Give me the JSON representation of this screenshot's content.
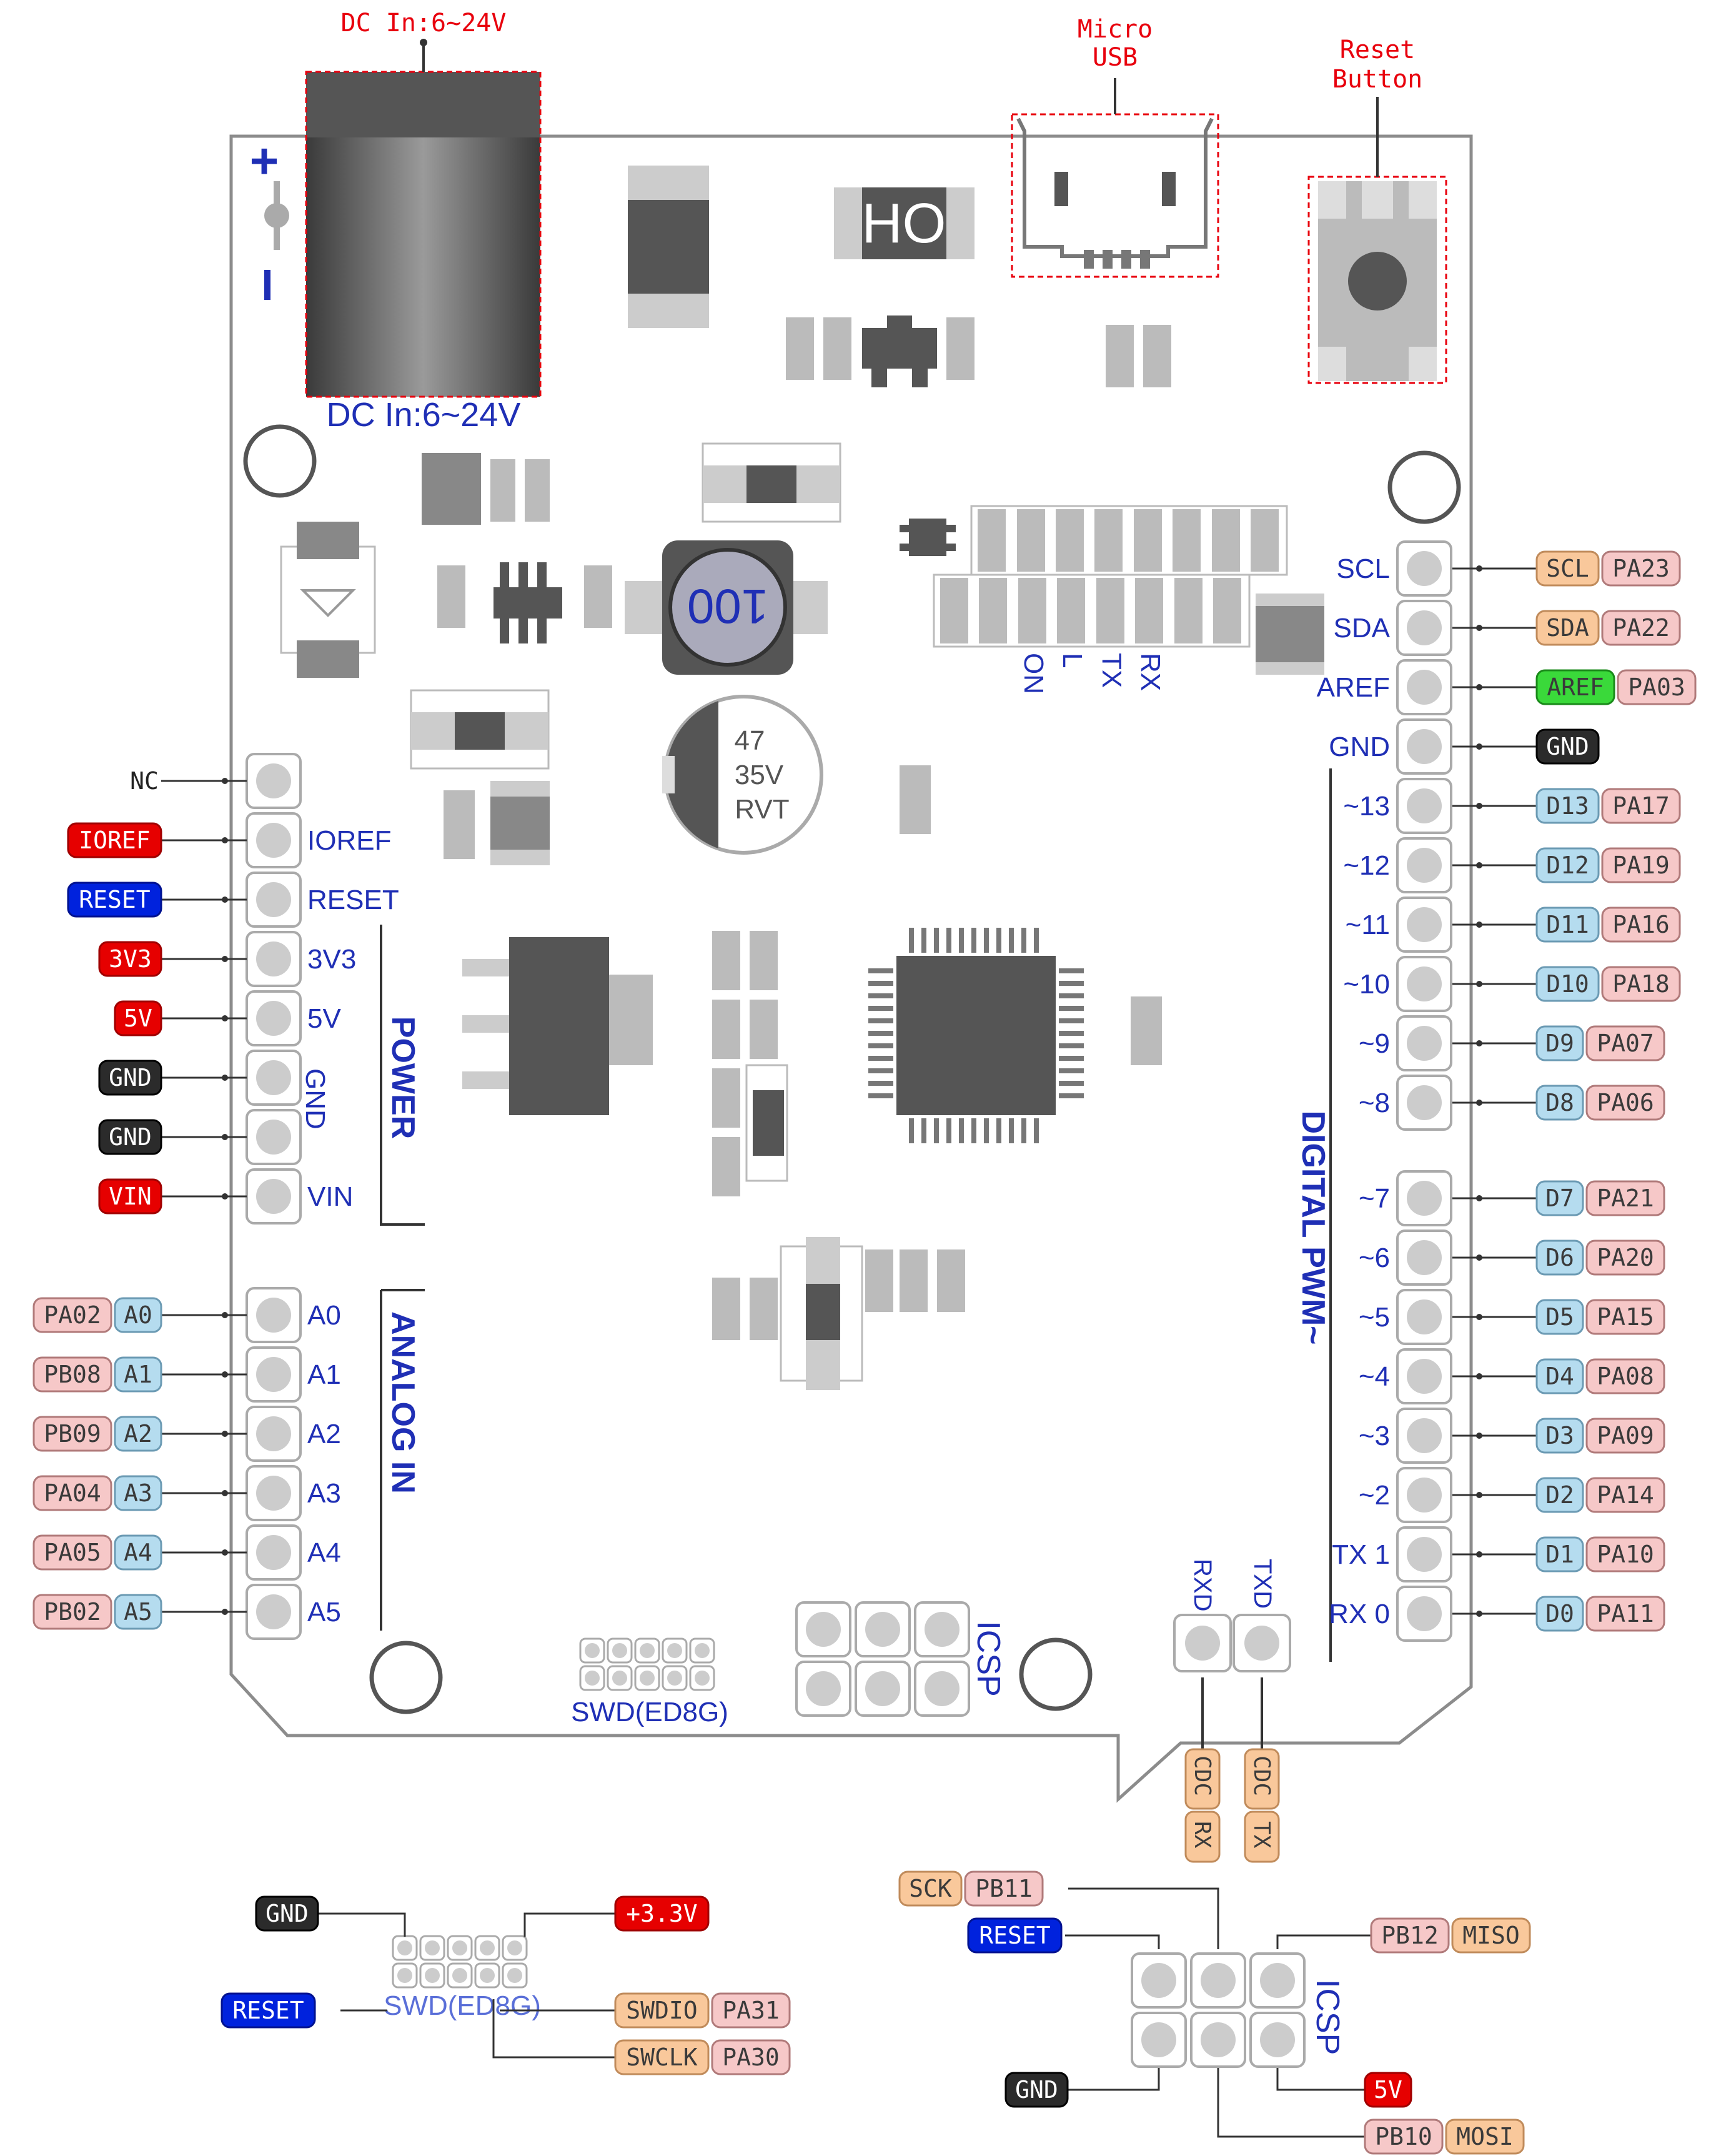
{
  "top_labels": {
    "dc_in": "DC In:6~24V",
    "micro_usb": [
      "Micro",
      "USB"
    ],
    "reset_button": [
      "Reset",
      "Button"
    ]
  },
  "board_silkscreen": {
    "dc_in": "DC In:6~24V",
    "polarity_plus": "+",
    "polarity_minus": "I",
    "ho": "HO",
    "inductor": "100",
    "cap_lines": [
      "47",
      "35V",
      "RVT"
    ],
    "leds": [
      "ON",
      "L",
      "TX",
      "RX"
    ],
    "power_title": "POWER",
    "analog_title": "ANALOG IN",
    "digital_title": "DIGITAL  PWM~",
    "icsp": "ICSP",
    "swd": "SWD(ED8G)",
    "rxd": "RXD",
    "txd": "TXD"
  },
  "left_header": [
    {
      "pin": "",
      "tags": [
        {
          "text": "NC",
          "kind": "plain"
        }
      ]
    },
    {
      "pin": "IOREF",
      "tags": [
        {
          "text": "IOREF",
          "kind": "red"
        }
      ]
    },
    {
      "pin": "RESET",
      "tags": [
        {
          "text": "RESET",
          "kind": "blue"
        }
      ]
    },
    {
      "pin": "3V3",
      "tags": [
        {
          "text": "3V3",
          "kind": "red"
        }
      ]
    },
    {
      "pin": "5V",
      "tags": [
        {
          "text": "5V",
          "kind": "red"
        }
      ]
    },
    {
      "pin": "GND",
      "tags": [
        {
          "text": "GND",
          "kind": "black"
        }
      ]
    },
    {
      "pin": "",
      "tags": [
        {
          "text": "GND",
          "kind": "black"
        }
      ]
    },
    {
      "pin": "VIN",
      "tags": [
        {
          "text": "VIN",
          "kind": "red"
        }
      ]
    },
    {
      "pin": "A0",
      "tags": [
        {
          "text": "PA02",
          "kind": "pink"
        },
        {
          "text": "A0",
          "kind": "lblue"
        }
      ]
    },
    {
      "pin": "A1",
      "tags": [
        {
          "text": "PB08",
          "kind": "pink"
        },
        {
          "text": "A1",
          "kind": "lblue"
        }
      ]
    },
    {
      "pin": "A2",
      "tags": [
        {
          "text": "PB09",
          "kind": "pink"
        },
        {
          "text": "A2",
          "kind": "lblue"
        }
      ]
    },
    {
      "pin": "A3",
      "tags": [
        {
          "text": "PA04",
          "kind": "pink"
        },
        {
          "text": "A3",
          "kind": "lblue"
        }
      ]
    },
    {
      "pin": "A4",
      "tags": [
        {
          "text": "PA05",
          "kind": "pink"
        },
        {
          "text": "A4",
          "kind": "lblue"
        }
      ]
    },
    {
      "pin": "A5",
      "tags": [
        {
          "text": "PB02",
          "kind": "pink"
        },
        {
          "text": "A5",
          "kind": "lblue"
        }
      ]
    }
  ],
  "right_header": [
    {
      "pin": "SCL",
      "tags": [
        {
          "text": "SCL",
          "kind": "orange"
        },
        {
          "text": "PA23",
          "kind": "pink"
        }
      ]
    },
    {
      "pin": "SDA",
      "tags": [
        {
          "text": "SDA",
          "kind": "orange"
        },
        {
          "text": "PA22",
          "kind": "pink"
        }
      ]
    },
    {
      "pin": "AREF",
      "tags": [
        {
          "text": "AREF",
          "kind": "green"
        },
        {
          "text": "PA03",
          "kind": "pink"
        }
      ]
    },
    {
      "pin": "GND",
      "tags": [
        {
          "text": "GND",
          "kind": "black"
        }
      ]
    },
    {
      "pin": "~13",
      "tags": [
        {
          "text": "D13",
          "kind": "lblue"
        },
        {
          "text": "PA17",
          "kind": "pink"
        }
      ]
    },
    {
      "pin": "~12",
      "tags": [
        {
          "text": "D12",
          "kind": "lblue"
        },
        {
          "text": "PA19",
          "kind": "pink"
        }
      ]
    },
    {
      "pin": "~11",
      "tags": [
        {
          "text": "D11",
          "kind": "lblue"
        },
        {
          "text": "PA16",
          "kind": "pink"
        }
      ]
    },
    {
      "pin": "~10",
      "tags": [
        {
          "text": "D10",
          "kind": "lblue"
        },
        {
          "text": "PA18",
          "kind": "pink"
        }
      ]
    },
    {
      "pin": "~9",
      "tags": [
        {
          "text": "D9",
          "kind": "lblue"
        },
        {
          "text": "PA07",
          "kind": "pink"
        }
      ]
    },
    {
      "pin": "~8",
      "tags": [
        {
          "text": "D8",
          "kind": "lblue"
        },
        {
          "text": "PA06",
          "kind": "pink"
        }
      ]
    },
    {
      "pin": "~7",
      "tags": [
        {
          "text": "D7",
          "kind": "lblue"
        },
        {
          "text": "PA21",
          "kind": "pink"
        }
      ]
    },
    {
      "pin": "~6",
      "tags": [
        {
          "text": "D6",
          "kind": "lblue"
        },
        {
          "text": "PA20",
          "kind": "pink"
        }
      ]
    },
    {
      "pin": "~5",
      "tags": [
        {
          "text": "D5",
          "kind": "lblue"
        },
        {
          "text": "PA15",
          "kind": "pink"
        }
      ]
    },
    {
      "pin": "~4",
      "tags": [
        {
          "text": "D4",
          "kind": "lblue"
        },
        {
          "text": "PA08",
          "kind": "pink"
        }
      ]
    },
    {
      "pin": "~3",
      "tags": [
        {
          "text": "D3",
          "kind": "lblue"
        },
        {
          "text": "PA09",
          "kind": "pink"
        }
      ]
    },
    {
      "pin": "~2",
      "tags": [
        {
          "text": "D2",
          "kind": "lblue"
        },
        {
          "text": "PA14",
          "kind": "pink"
        }
      ]
    },
    {
      "pin": "TX 1",
      "tags": [
        {
          "text": "D1",
          "kind": "lblue"
        },
        {
          "text": "PA10",
          "kind": "pink"
        }
      ]
    },
    {
      "pin": "RX 0",
      "tags": [
        {
          "text": "D0",
          "kind": "lblue"
        },
        {
          "text": "PA11",
          "kind": "pink"
        }
      ]
    }
  ],
  "cdc": {
    "rx": [
      "CDC",
      "RX"
    ],
    "tx": [
      "CDC",
      "TX"
    ]
  },
  "swd_detail": {
    "label": "SWD(ED8G)",
    "gnd": "GND",
    "v33": "+3.3V",
    "reset": "RESET",
    "swdio": [
      "SWDIO",
      "PA31"
    ],
    "swclk": [
      "SWCLK",
      "PA30"
    ]
  },
  "icsp_detail": {
    "label": "ICSP",
    "sck": [
      "SCK",
      "PB11"
    ],
    "reset": "RESET",
    "miso": [
      "PB12",
      "MISO"
    ],
    "gnd": "GND",
    "v5": "5V",
    "mosi": [
      "PB10",
      "MOSI"
    ]
  },
  "colors": {
    "red_label": "#e8000d",
    "blue_silk": "#1f2fb5",
    "tag_red": "#e60000",
    "tag_blue": "#0022dd",
    "tag_black": "#2b2b2b",
    "tag_pink": "#f6c8c8",
    "tag_lblue": "#b5dcef",
    "tag_orange": "#f9c89b",
    "tag_green": "#3ad93a"
  }
}
